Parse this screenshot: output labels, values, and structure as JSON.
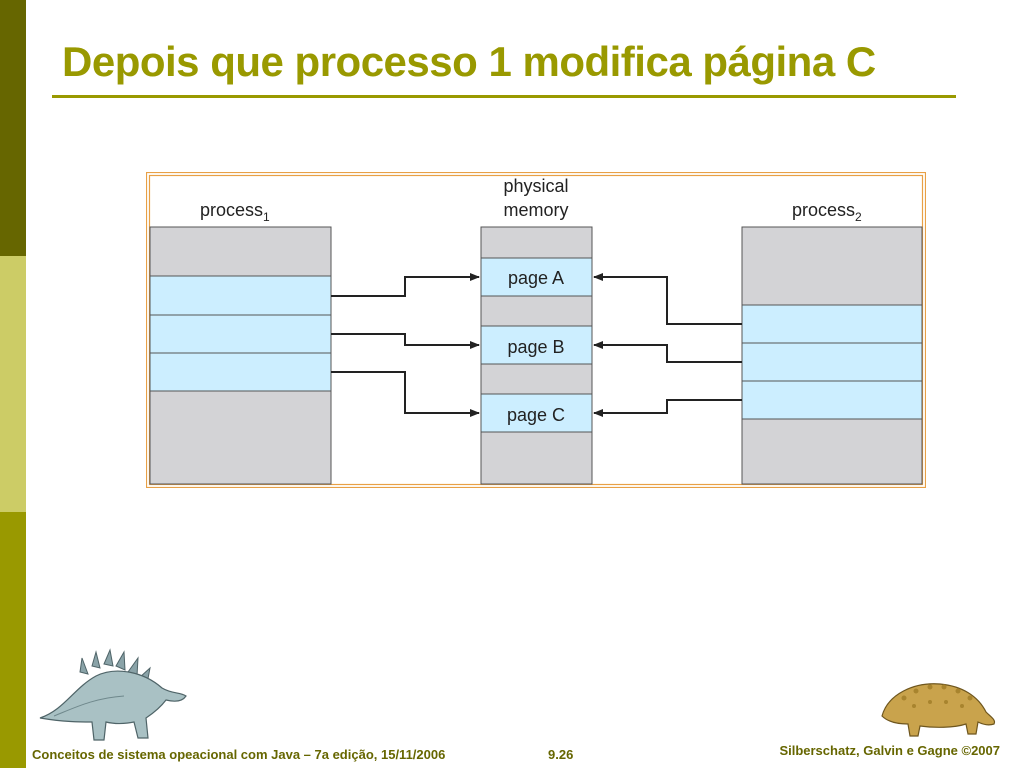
{
  "slide": {
    "title": "Depois que processo 1 modifica página C"
  },
  "diagram": {
    "process1_label": "process",
    "process1_sub": "1",
    "memory_label_line1": "physical",
    "memory_label_line2": "memory",
    "process2_label": "process",
    "process2_sub": "2",
    "page_a": "page A",
    "page_b": "page B",
    "page_c": "page C"
  },
  "footer": {
    "course": "Conceitos de sistema opeacional com Java – 7a edição, 15/11/2006",
    "page_number": "9.26",
    "copyright": "Silberschatz, Galvin e Gagne ©2007"
  },
  "colors": {
    "olive_dark": "#666600",
    "olive": "#999900",
    "olive_light": "#cccc66",
    "frame_orange": "#e8a046",
    "block_gray": "#d3d3d6",
    "block_blue": "#cceeff"
  },
  "icons": [
    "stegosaurus-icon",
    "ankylosaurus-icon"
  ]
}
